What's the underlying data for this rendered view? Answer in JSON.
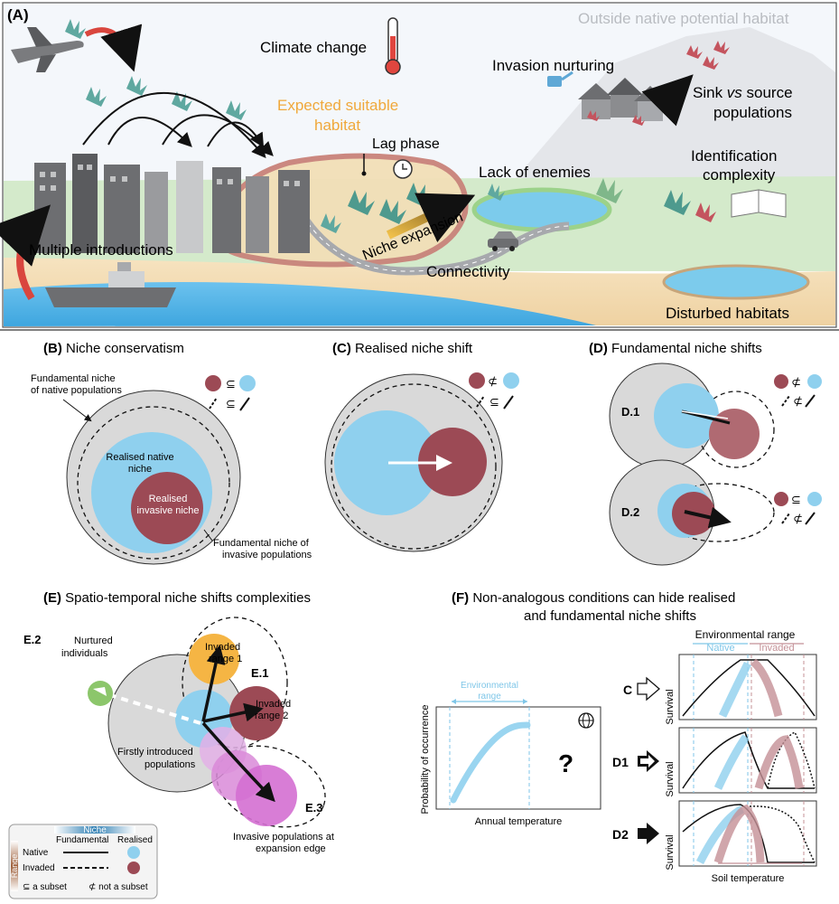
{
  "panelA": {
    "letter": "(A)",
    "outside_native": "Outside native potential habitat",
    "climate_change": "Climate change",
    "invasion_nurturing": "Invasion nurturing",
    "sink_vs_source_line1_a": "Sink ",
    "sink_vs_source_line1_b": "vs",
    "sink_vs_source_line1_c": " source",
    "sink_vs_source_line2": "populations",
    "expected_suitable_line1": "Expected suitable",
    "expected_suitable_line2": "habitat",
    "lag_phase": "Lag phase",
    "identification_line1": "Identification",
    "identification_line2": "complexity",
    "lack_of_enemies": "Lack of enemies",
    "niche_expansion": "Niche expansion",
    "multiple_introductions": "Multiple introductions",
    "connectivity": "Connectivity",
    "disturbed_habitats": "Disturbed habitats"
  },
  "panelB": {
    "letter": "(B)",
    "title": "Niche conservatism",
    "fund_native_line1": "Fundamental niche",
    "fund_native_line2": "of native populations",
    "realised_native_line1": "Realised native",
    "realised_native_line2": "niche",
    "realised_invasive_line1": "Realised",
    "realised_invasive_line2": "invasive niche",
    "fund_invasive_line1": "Fundamental niche of",
    "fund_invasive_line2": "invasive populations",
    "sym_top": "⊆",
    "sym_bottom": "⊆"
  },
  "panelC": {
    "letter": "(C)",
    "title": "Realised niche shift",
    "sym_top": "⊄",
    "sym_bottom": "⊆"
  },
  "panelD": {
    "letter": "(D)",
    "title": "Fundamental niche shifts",
    "d1": "D.1",
    "d2": "D.2",
    "d1_sym_top": "⊄",
    "d1_sym_bottom": "⊄",
    "d2_sym_top": "⊆",
    "d2_sym_bottom": "⊄"
  },
  "panelE": {
    "letter": "(E)",
    "title": "Spatio-temporal niche shifts complexities",
    "e2": "E.2",
    "nurtured_line1": "Nurtured",
    "nurtured_line2": "individuals",
    "invaded1_line1": "Invaded",
    "invaded1_line2": "range 1",
    "e1": "E.1",
    "invaded2_line1": "Invaded",
    "invaded2_line2": "range 2",
    "firstly_line1": "Firstly introduced",
    "firstly_line2": "populations",
    "e3": "E.3",
    "expansion_line1": "Invasive populations at",
    "expansion_line2": "expansion edge"
  },
  "legend": {
    "niche": "Niche",
    "range": "Range",
    "fundamental": "Fundamental",
    "realised": "Realised",
    "native": "Native",
    "invaded": "Invaded",
    "subset": "⊆ a subset",
    "not_subset": "⊄ not a subset"
  },
  "panelF": {
    "letter": "(F)",
    "title_line1": "Non-analogous conditions can hide realised",
    "title_line2": "and fundamental niche shifts",
    "env_range_left_line1": "Environmental",
    "env_range_left_line2": "range",
    "y_left": "Probability of occurrence",
    "x_left": "Annual temperature",
    "question": "?",
    "env_range_right": "Environmental range",
    "native": "Native",
    "invaded": "Invaded",
    "row_c": "C",
    "row_d1": "D1",
    "row_d2": "D2",
    "survival": "Survival",
    "x_right": "Soil temperature"
  },
  "colors": {
    "native_blue": "#8fd0ee",
    "invasive_red": "#9c4a55",
    "fundamental_grey": "#d9d9d9",
    "orange_range": "#f5b544",
    "pink_edge": "#d77fd6",
    "green_nurtured": "#8cc66b",
    "accent_orange_text": "#f0a83a",
    "sky": "#eef3f8",
    "grass": "#cfe7c4",
    "sand": "#f3dcb4",
    "water": "#57b6e6"
  },
  "icons": [
    "airplane-icon",
    "ship-icon",
    "thermometer-icon",
    "clock-icon",
    "car-icon",
    "globe-icon",
    "watering-can-icon",
    "book-icon",
    "house-icon",
    "building-icon",
    "plant-icon",
    "arrow-icon"
  ]
}
